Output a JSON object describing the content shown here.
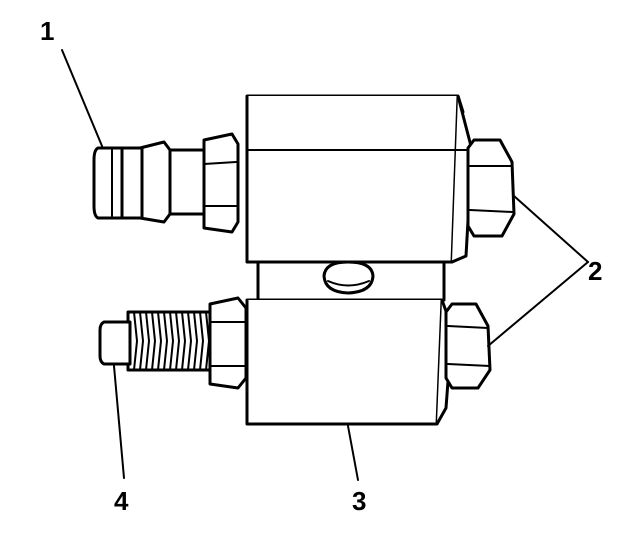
{
  "callouts": [
    {
      "id": "1",
      "label": "1"
    },
    {
      "id": "2",
      "label": "2"
    },
    {
      "id": "3",
      "label": "3"
    },
    {
      "id": "4",
      "label": "4"
    }
  ],
  "colors": {
    "line": "#000000",
    "fill": "#ffffff"
  }
}
